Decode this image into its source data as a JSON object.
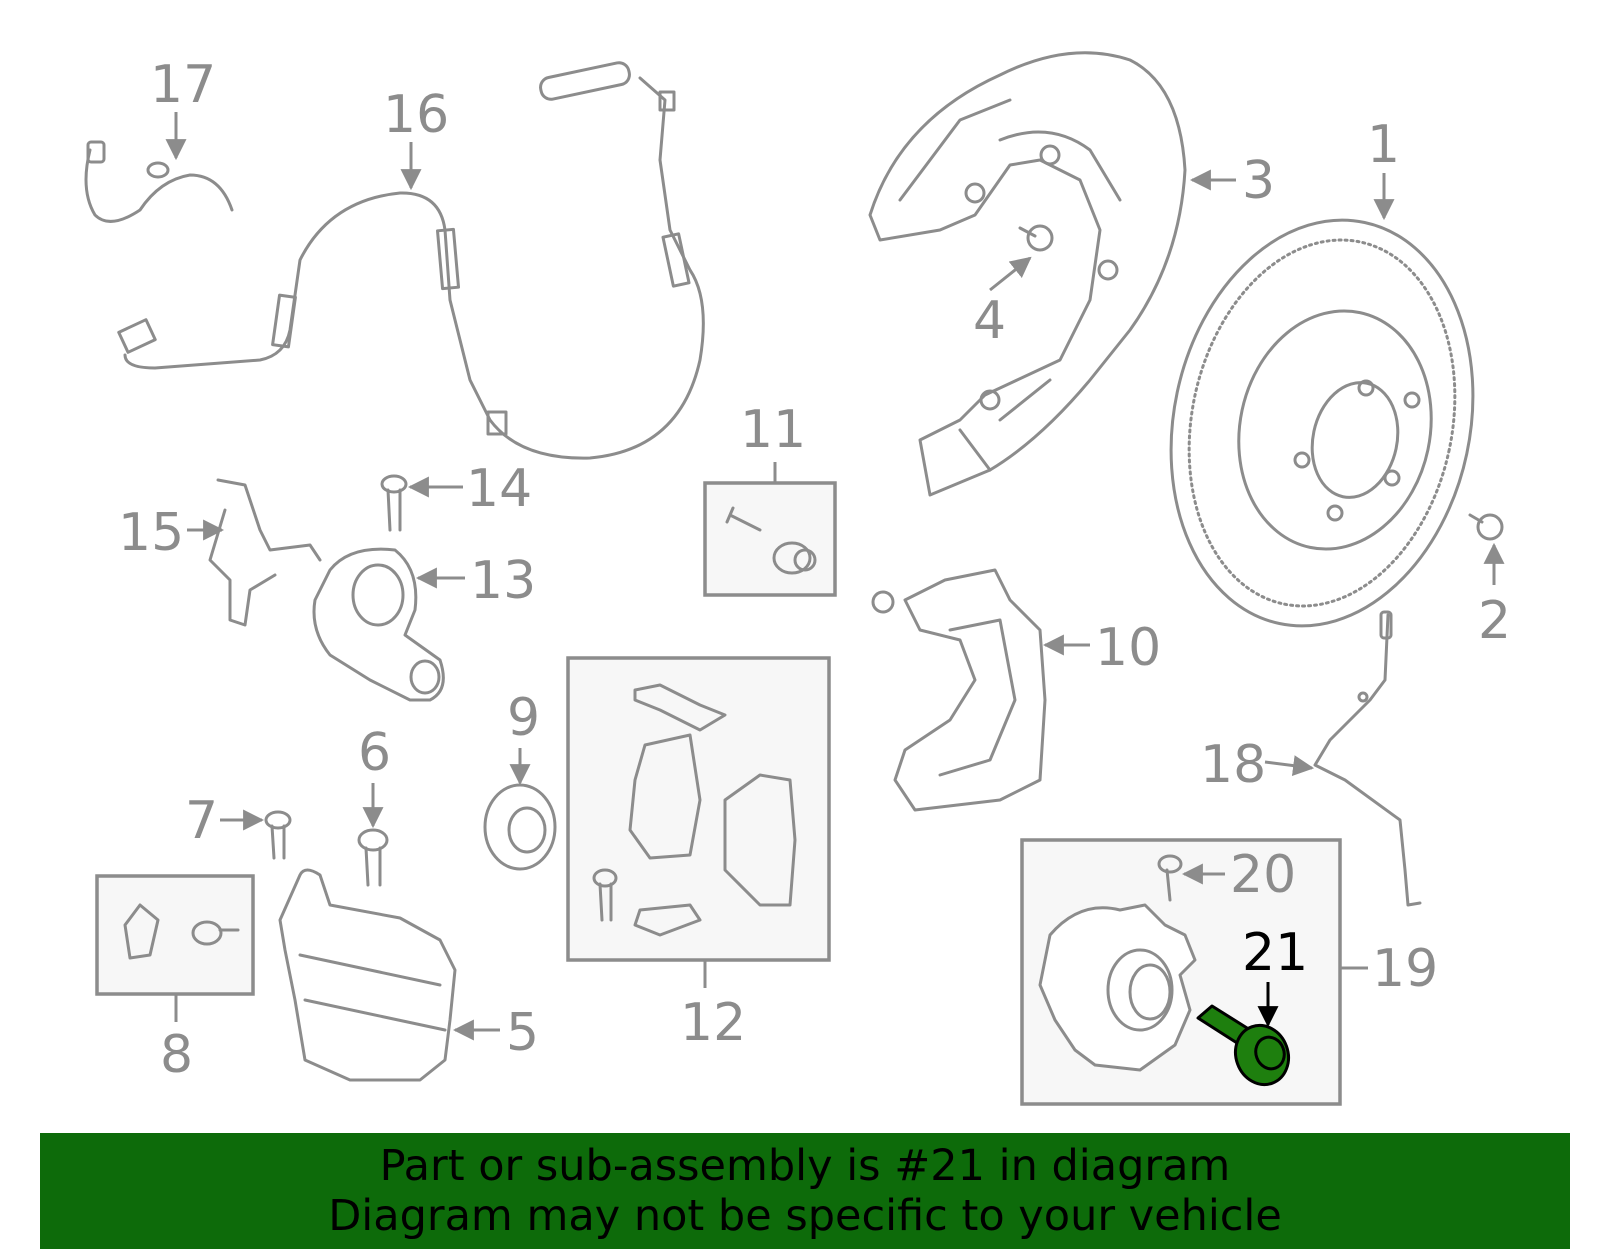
{
  "callouts": {
    "c1": "1",
    "c2": "2",
    "c3": "3",
    "c4": "4",
    "c5": "5",
    "c6": "6",
    "c7": "7",
    "c8": "8",
    "c9": "9",
    "c10": "10",
    "c11": "11",
    "c12": "12",
    "c13": "13",
    "c14": "14",
    "c15": "15",
    "c16": "16",
    "c17": "17",
    "c18": "18",
    "c19": "19",
    "c20": "20",
    "c21": "21"
  },
  "highlighted_part": "21",
  "colors": {
    "highlight": "#1e7f0e",
    "banner": "#0d6b0a",
    "lines": "#8c8c8c"
  },
  "banner": {
    "line1": "Part or sub-assembly is #21 in diagram",
    "line2": "Diagram may not be specific to your vehicle"
  }
}
